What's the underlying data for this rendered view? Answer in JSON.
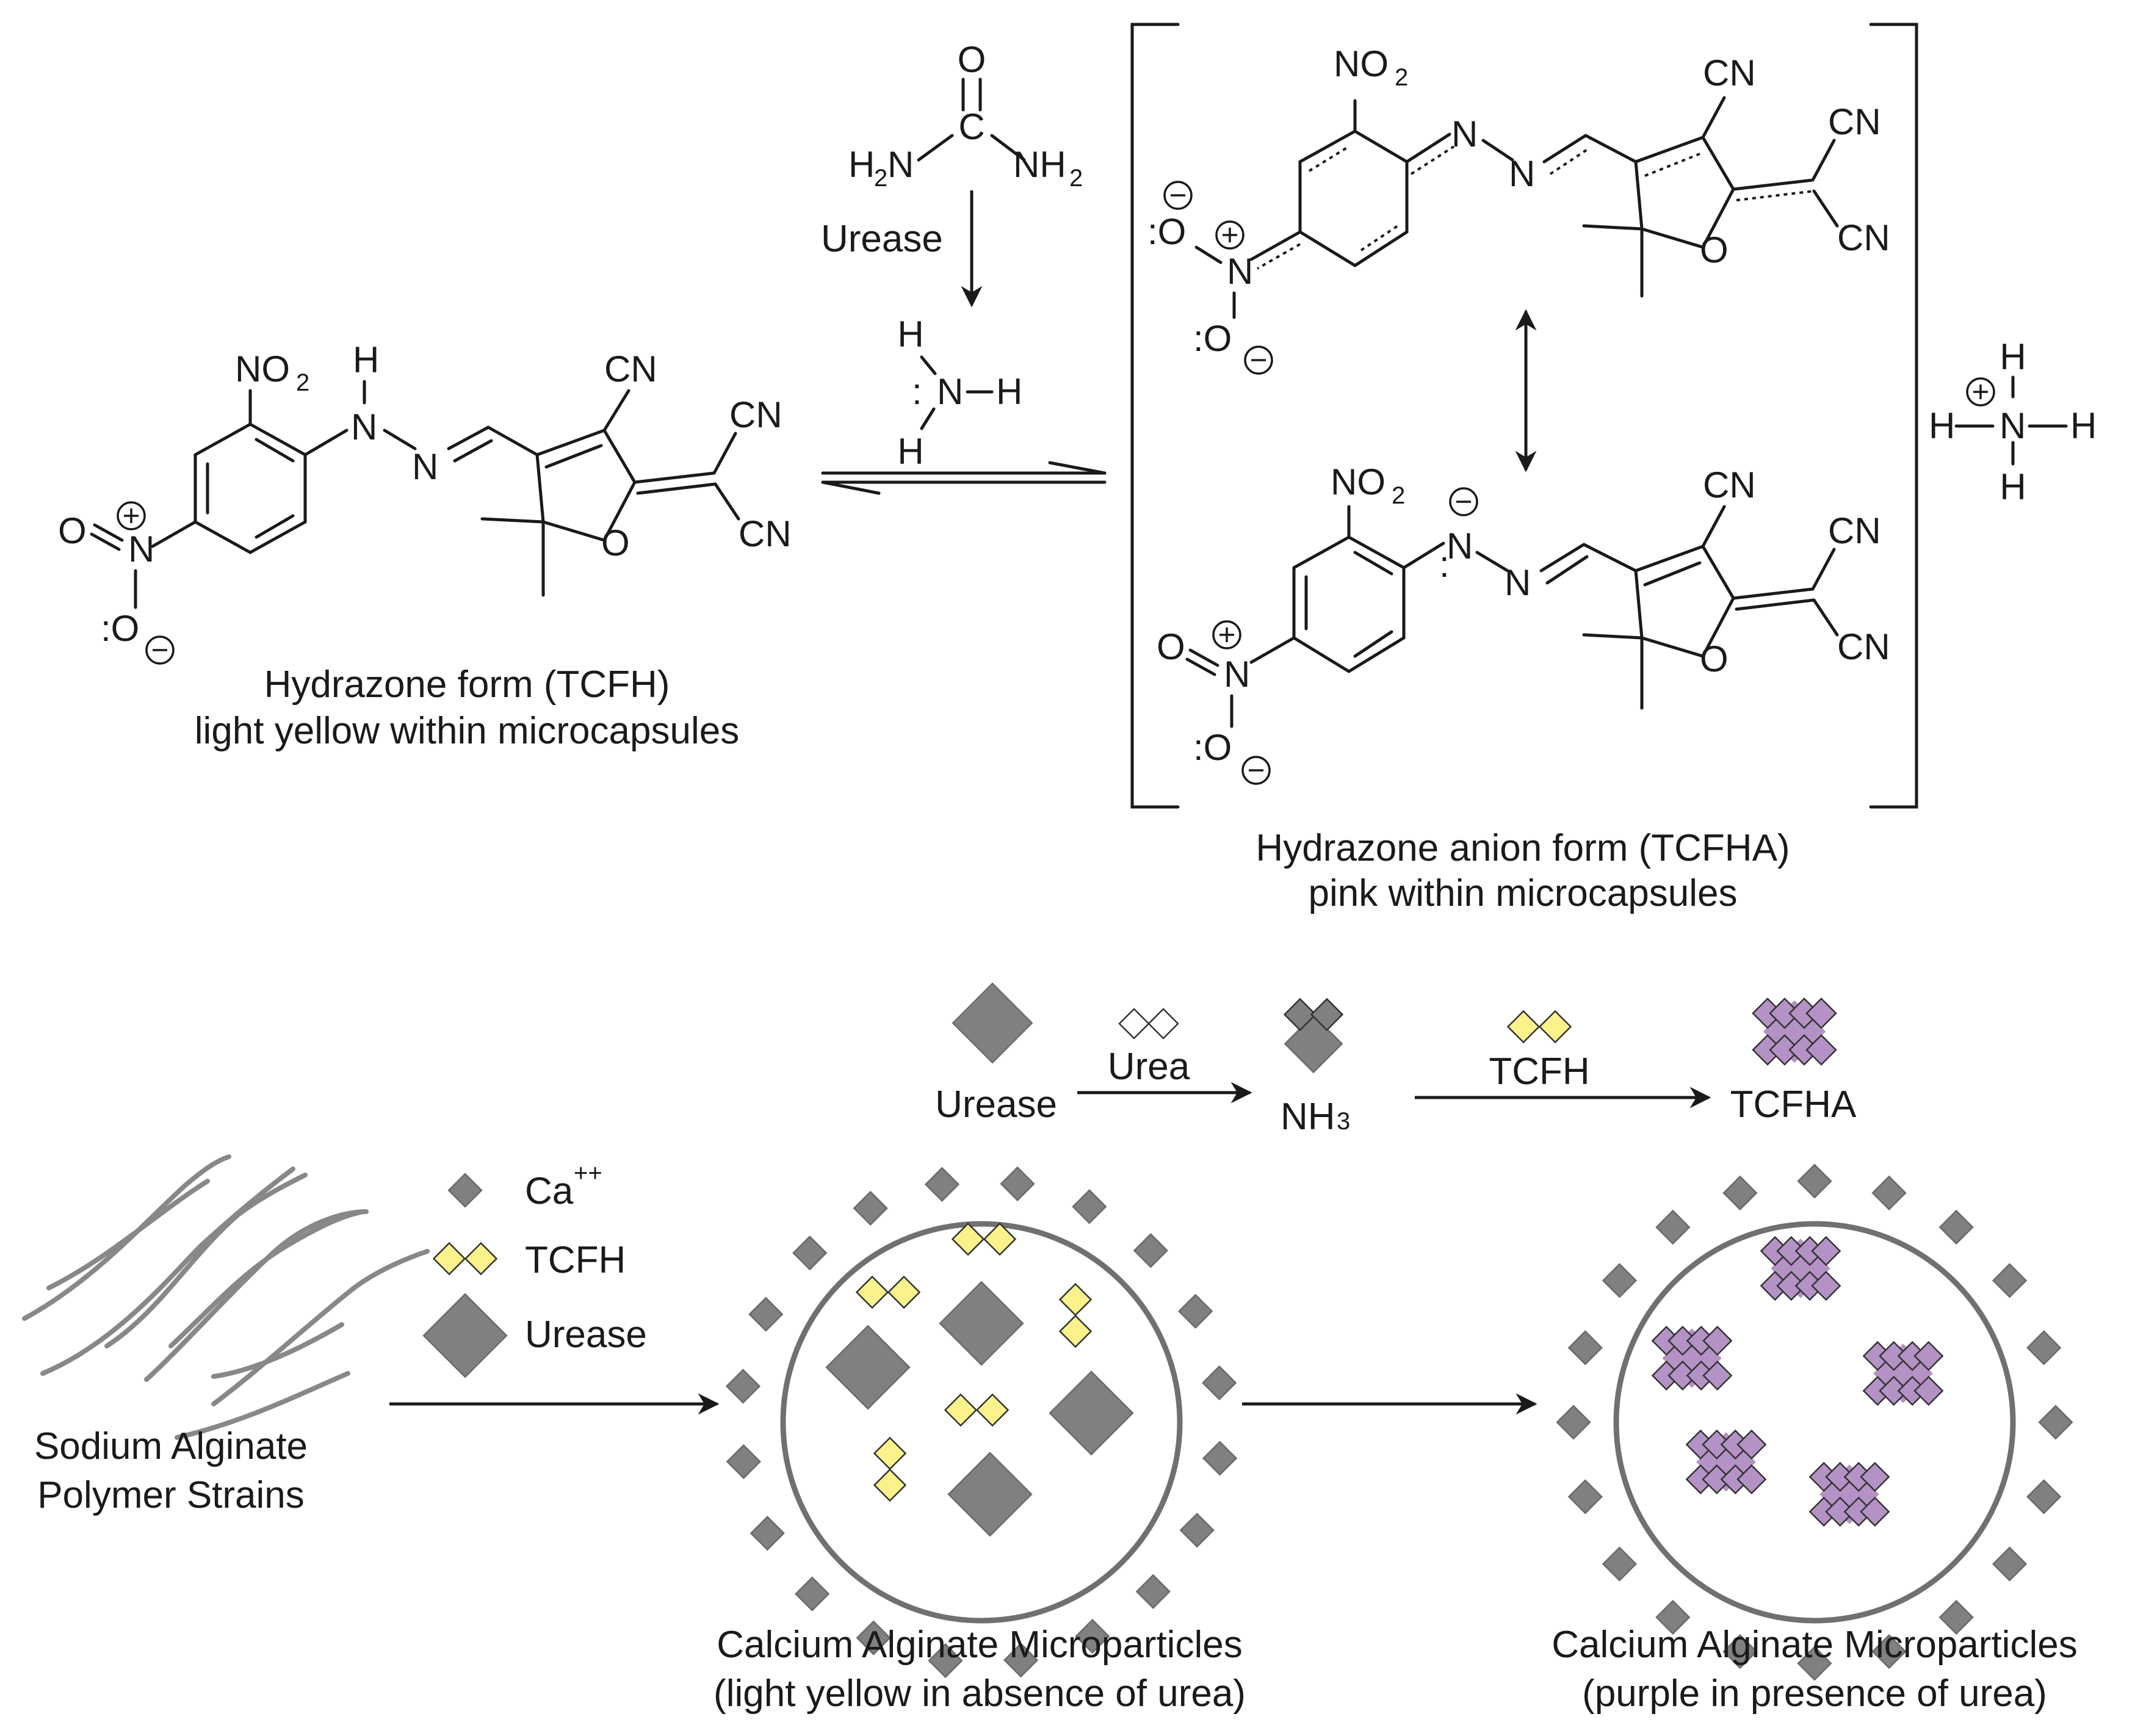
{
  "colors": {
    "ink": "#1a1a1a",
    "gray_particle": "#808080",
    "circle_stroke": "#707070",
    "strand": "#888888",
    "tcfh_yellow": "#fbf28c",
    "tcfha_purple": "#b592c6",
    "outline": "#333333"
  },
  "scheme": {
    "urea": {
      "o": "O",
      "c": "C",
      "h2n_left": "H",
      "h2n_left_sub": "2",
      "h2n_left_n": "N",
      "nh2_right": "NH",
      "nh2_right_sub": "2"
    },
    "enzyme_label": "Urease",
    "ammonia": {
      "h_top": "H",
      "n": "N",
      "h_right": "H",
      "h_bottom": "H"
    },
    "ammonium": {
      "h_top": "H",
      "h_left": "H",
      "n": "N",
      "h_right": "H",
      "h_bottom": "H",
      "charge": "+"
    },
    "tcfh": {
      "caption_line1": "Hydrazone form (TCFH)",
      "caption_line2": "light yellow within microcapsules",
      "no2": "NO",
      "no2_sub": "2",
      "nitro_o1": "O",
      "nitro_n": "N",
      "nitro_o2": ":O",
      "h": "H",
      "n1": "N",
      "n2": "N",
      "cn_top": "CN",
      "cn_right1": "CN",
      "cn_right2": "CN",
      "ring_o": "O"
    },
    "tcfha": {
      "caption_line1": "Hydrazone anion form (TCFHA)",
      "caption_line2": "pink within microcapsules",
      "top": {
        "no2": "NO",
        "no2_sub": "2",
        "nitro_o1": ":O",
        "nitro_n": "N",
        "nitro_o2": ":O",
        "n1": "N",
        "n2": "N",
        "cn_top": "CN",
        "cn_right1": "CN",
        "cn_right2": "CN",
        "ring_o": "O"
      },
      "bottom": {
        "no2": "NO",
        "no2_sub": "2",
        "nitro_o1": "O",
        "nitro_n": "N",
        "nitro_o2": ":O",
        "n1": "N",
        "n2": "N",
        "cn_top": "CN",
        "cn_right1": "CN",
        "cn_right2": "CN",
        "ring_o": "O"
      },
      "plus": "+",
      "minus": "−"
    }
  },
  "process": {
    "top_urease": "Urease",
    "top_urea": "Urea",
    "top_nh3": "NH",
    "top_nh3_sub": "3",
    "top_tcfh": "TCFH",
    "top_tcfha": "TCFHA",
    "legend": {
      "ca": "Ca",
      "ca_sup": "++",
      "tcfh": "TCFH",
      "urease": "Urease"
    },
    "left_caption_line1": "Sodium Alginate",
    "left_caption_line2": "Polymer Strains",
    "mid_caption_line1": "Calcium Alginate Microparticles",
    "mid_caption_line2": "(light yellow in absence of urea)",
    "right_caption_line1": "Calcium Alginate Microparticles",
    "right_caption_line2": "(purple in presence of urea)"
  }
}
